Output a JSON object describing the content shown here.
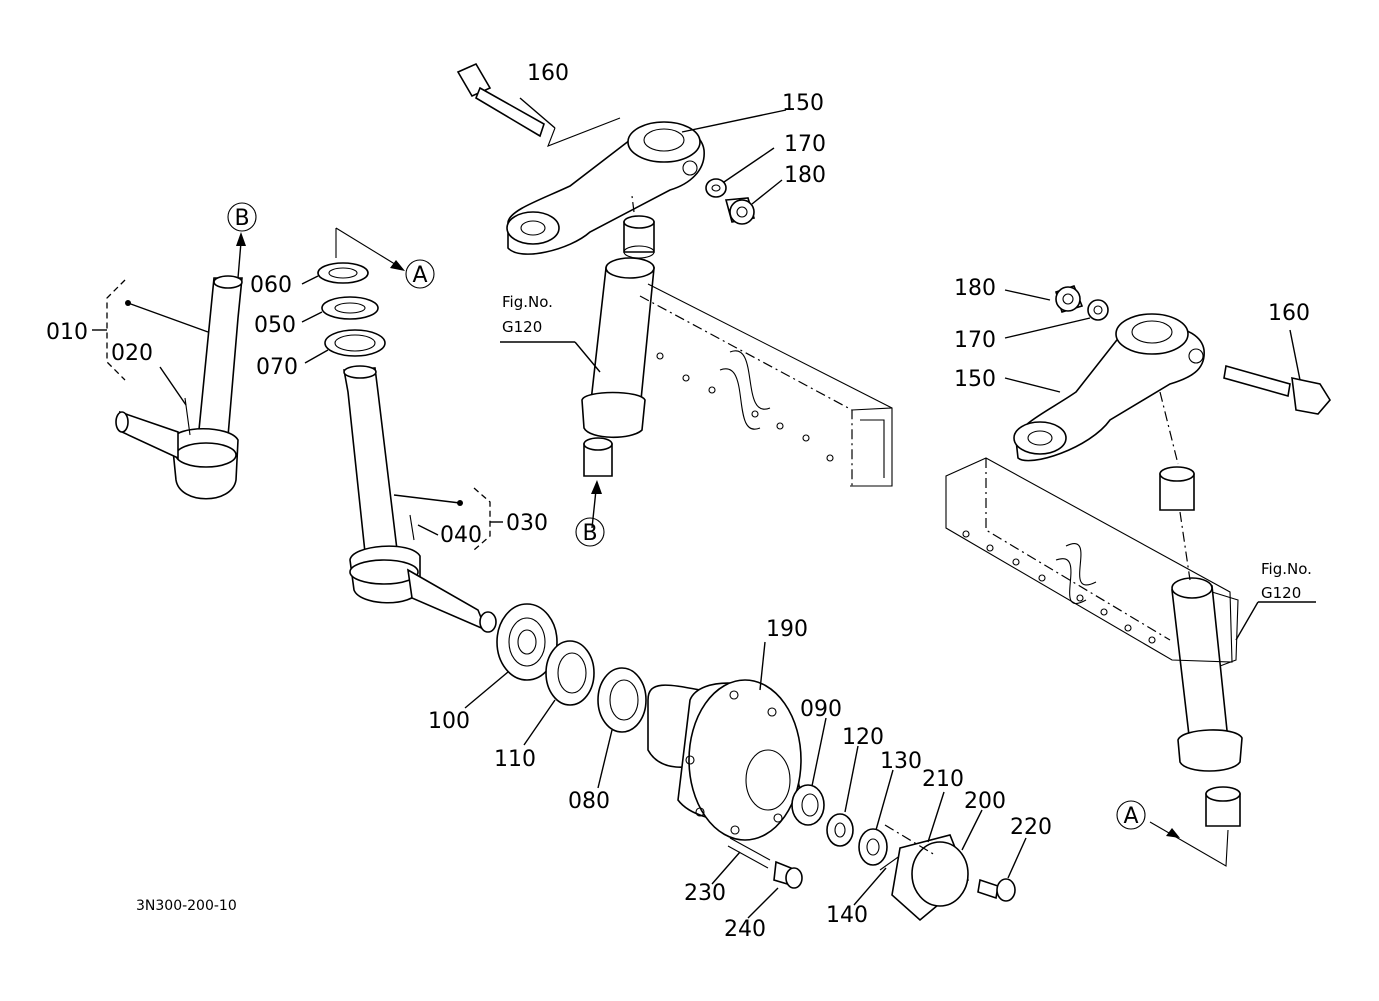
{
  "drawing_code": "3N300-200-10",
  "fig_ref": {
    "line1": "Fig.No.",
    "line2": "G120"
  },
  "callouts": {
    "ref_a": "A",
    "ref_b": "B"
  },
  "parts": {
    "p010": "010",
    "p020": "020",
    "p030": "030",
    "p040": "040",
    "p050": "050",
    "p060": "060",
    "p070": "070",
    "p080": "080",
    "p090": "090",
    "p100": "100",
    "p110": "110",
    "p120": "120",
    "p130": "130",
    "p140": "140",
    "p150": "150",
    "p160": "160",
    "p170": "170",
    "p180": "180",
    "p190": "190",
    "p200": "200",
    "p210": "210",
    "p220": "220",
    "p230": "230",
    "p240": "240"
  }
}
